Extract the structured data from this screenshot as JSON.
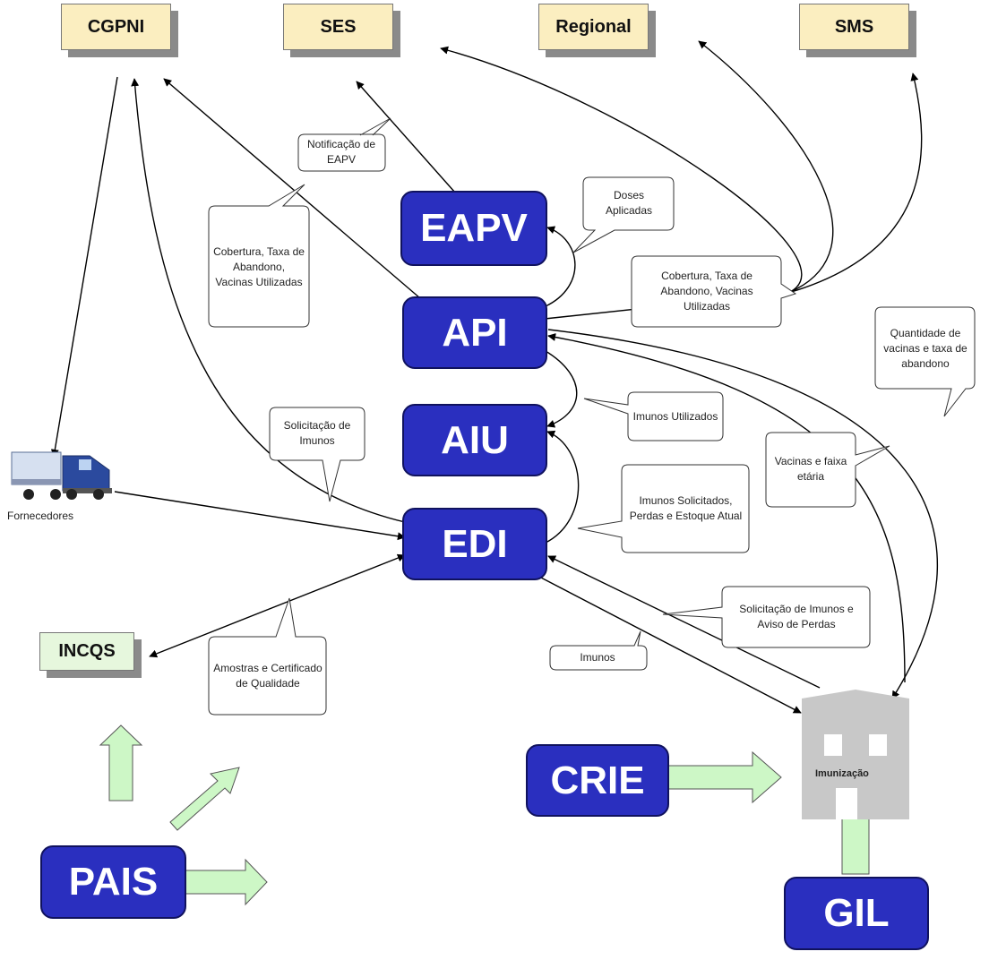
{
  "top_boxes": {
    "cgpni": "CGPNI",
    "ses": "SES",
    "regional": "Regional",
    "sms": "SMS"
  },
  "incqs": "INCQS",
  "systems": {
    "eapv": "EAPV",
    "api": "API",
    "aiu": "AIU",
    "edi": "EDI",
    "crie": "CRIE",
    "pais": "PAIS",
    "gil": "GIL"
  },
  "callouts": {
    "notificacao": "Notificação de EAPV",
    "doses": "Doses Aplicadas",
    "cobertura_left": "Cobertura, Taxa de Abandono, Vacinas Utilizadas",
    "cobertura_right": "Cobertura, Taxa de Abandono, Vacinas Utilizadas",
    "quantidade": "Quantidade de vacinas e taxa de abandono",
    "imunos_utilizados": "Imunos Utilizados",
    "solicitacao": "Solicitação de Imunos",
    "vacinas_faixa": "Vacinas e faixa etária",
    "imunos_solicitados": "Imunos Solicitados, Perdas e Estoque Atual",
    "solicitacao_aviso": "Solicitação de Imunos e Aviso de Perdas",
    "imunos": "Imunos",
    "amostras": "Amostras e Certificado de Qualidade"
  },
  "fornecedores": "Fornecedores",
  "imunizacao": "Imunização",
  "colors": {
    "system_fill": "#2a2fbf",
    "top_box_fill": "#fbeec0",
    "incqs_fill": "#e6f7dd",
    "block_arrow_fill": "#cdf7c6",
    "building_fill": "#c8c8c8"
  }
}
